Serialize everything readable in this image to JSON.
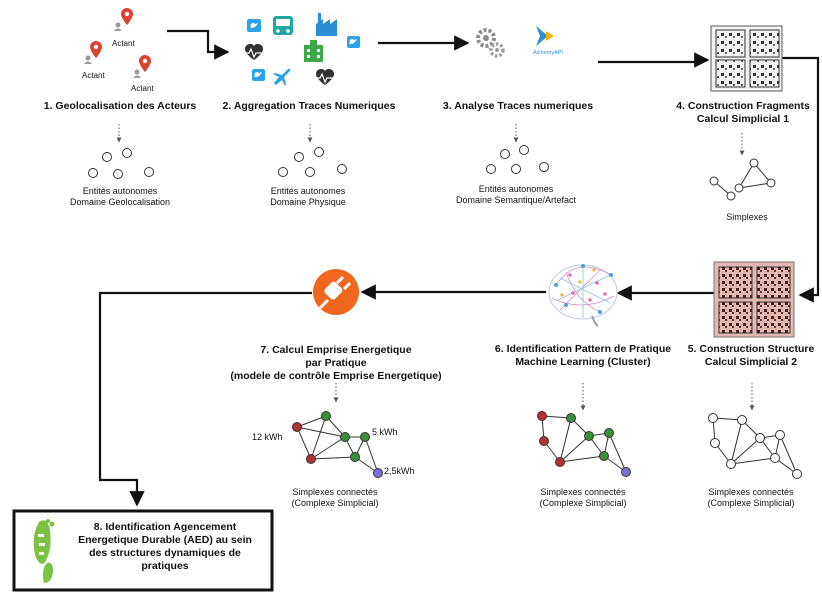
{
  "steps": {
    "s1": {
      "title": "1. Geolocalisation des Acteurs",
      "caption_1": "Entités autonomes",
      "caption_2": "Domaine Geolocalisation"
    },
    "s2": {
      "title": "2. Aggregation Traces Numeriques",
      "caption_1": "Entités autonomes",
      "caption_2": "Domaine Physique"
    },
    "s3": {
      "title": "3. Analyse Traces numeriques",
      "caption_1": "Entités autonomes",
      "caption_2": "Domaine Semantique/Artefact"
    },
    "s4": {
      "title_1": "4. Construction Fragments",
      "title_2": "Calcul Simplicial 1",
      "caption": "Simplexes"
    },
    "s5": {
      "title_1": "5. Construction Structure",
      "title_2": "Calcul Simplicial 2",
      "caption_1": "Simplexes connectés",
      "caption_2": "(Complexe Simplicial)"
    },
    "s6": {
      "title_1": "6. Identification Pattern de Pratique",
      "title_2": "Machine Learning (Cluster)",
      "caption_1": "Simplexes connectés",
      "caption_2": "(Complexe Simplicial)"
    },
    "s7": {
      "title_1": "7. Calcul Emprise Energetique",
      "title_2": "par Pratique",
      "title_3": "(modele de contrôle Emprise Energetique)",
      "caption_1": "Simplexes connectés",
      "caption_2": "(Complexe Simplicial)",
      "label_a": "12 kWh",
      "label_b": "5 kWh",
      "label_c": "2,5kWh"
    },
    "s8": {
      "title_1": "8. Identification Agencement",
      "title_2": "Energetique Durable (AED) au sein",
      "title_3": "des structures dynamiques de",
      "title_4": "pratiques"
    }
  },
  "actant_label": "Actant",
  "alchemy_label": "AlchemyAPI",
  "colors": {
    "red_node": "#b03232",
    "green_node": "#3a8f3a",
    "purple_node": "#7a6fe0",
    "pin_red": "#d9432f",
    "twitter_blue": "#2aa3e8",
    "teal": "#21a7a0",
    "plug_orange": "#f0671f",
    "alchemy_blue": "#2b8fd6",
    "alchemy_yellow": "#f4b400",
    "matrix_pink": "#e3b8b3"
  }
}
